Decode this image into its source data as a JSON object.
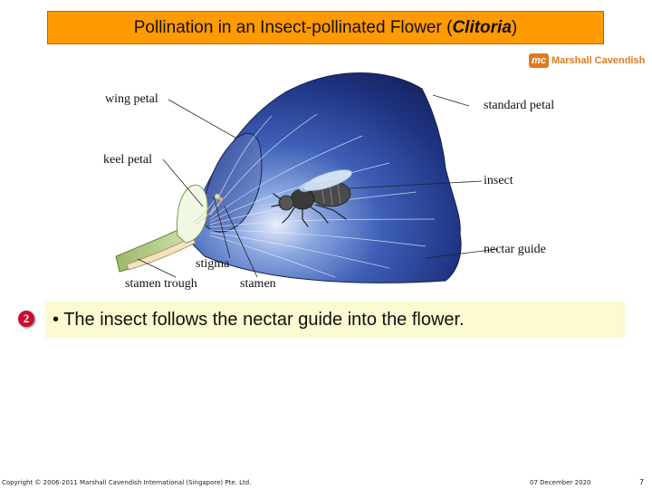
{
  "title": {
    "prefix": "Pollination in an Insect-pollinated Flower",
    "open_paren": "(",
    "genus": "Clitoria",
    "close_paren": ")"
  },
  "logo": {
    "mark": "mc",
    "text": "Marshall Cavendish"
  },
  "labels": {
    "wing_petal": "wing petal",
    "standard_petal": "standard petal",
    "keel_petal": "keel petal",
    "insect": "insect",
    "nectar_guide": "nectar guide",
    "stigma": "stigma",
    "stamen_trough": "stamen trough",
    "stamen": "stamen"
  },
  "step": {
    "number": "2",
    "text": "• The insect follows the nectar guide into the flower."
  },
  "footer": {
    "copyright": "Copyright © 2006-2011 Marshall Cavendish International (Singapore) Pte. Ltd.",
    "date": "07 December 2020",
    "page": "7"
  },
  "colors": {
    "title_bar": "#ff9a00",
    "petal_dark": "#1a2a6a",
    "petal_light": "#5b7ec8",
    "logo": "#e07a1c",
    "step_badge": "#c8102e",
    "step_box": "#fbfad0"
  }
}
